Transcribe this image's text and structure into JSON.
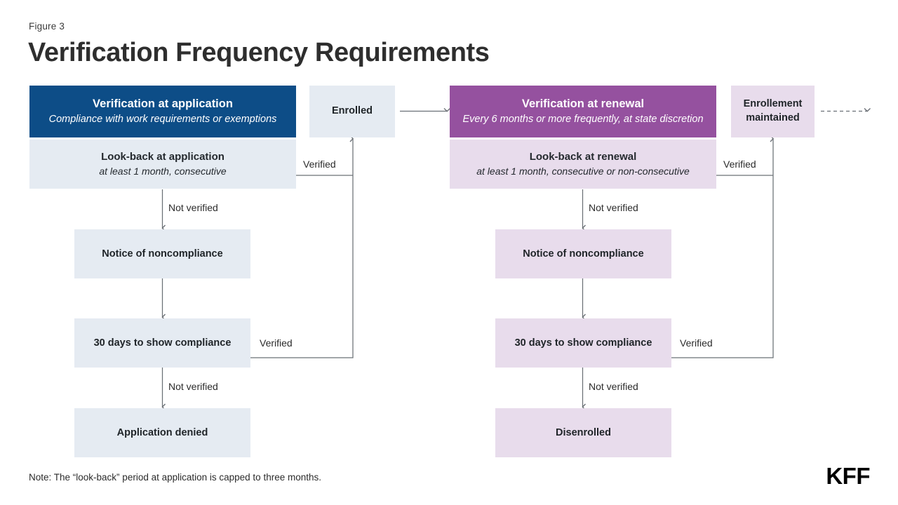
{
  "figure": {
    "label": "Figure  3",
    "title": "Verification Frequency Requirements"
  },
  "colors": {
    "header_blue": "#0d4d87",
    "header_purple": "#95519f",
    "fill_blue": "#e5ebf2",
    "fill_purple": "#e8dcec",
    "connector": "#6b7076",
    "text_dark": "#1f2428"
  },
  "application_column": {
    "header": {
      "title": "Verification at application",
      "subtitle": "Compliance with work requirements or exemptions"
    },
    "lookback": {
      "title": "Look-back at application",
      "subtitle": "at least 1 month, consecutive"
    },
    "steps": [
      {
        "label": "Notice of noncompliance"
      },
      {
        "label": "30 days to show compliance"
      },
      {
        "label": "Application denied"
      }
    ],
    "edges": {
      "lookback_not_verified": "Not verified",
      "notice_to_30days": "",
      "days30_not_verified": "Not verified",
      "lookback_verified": "Verified",
      "days30_verified": "Verified"
    }
  },
  "renewal_column": {
    "header": {
      "title": "Verification at renewal",
      "subtitle": "Every 6 months or more frequently, at state discretion"
    },
    "lookback": {
      "title": "Look-back at renewal",
      "subtitle": "at least 1 month, consecutive or non-consecutive"
    },
    "steps": [
      {
        "label": "Notice of noncompliance"
      },
      {
        "label": "30 days to show compliance"
      },
      {
        "label": "Disenrolled"
      }
    ],
    "edges": {
      "lookback_not_verified": "Not verified",
      "notice_to_30days": "",
      "days30_not_verified": "Not verified",
      "lookback_verified": "Verified",
      "days30_verified": "Verified"
    }
  },
  "outcomes": {
    "enrolled": "Enrolled",
    "enrollment_maintained_line1": "Enrollement",
    "enrollment_maintained_line2": "maintained"
  },
  "footer": {
    "note": "Note: The “look-back” period at application is capped to three months.",
    "logo": "KFF"
  }
}
